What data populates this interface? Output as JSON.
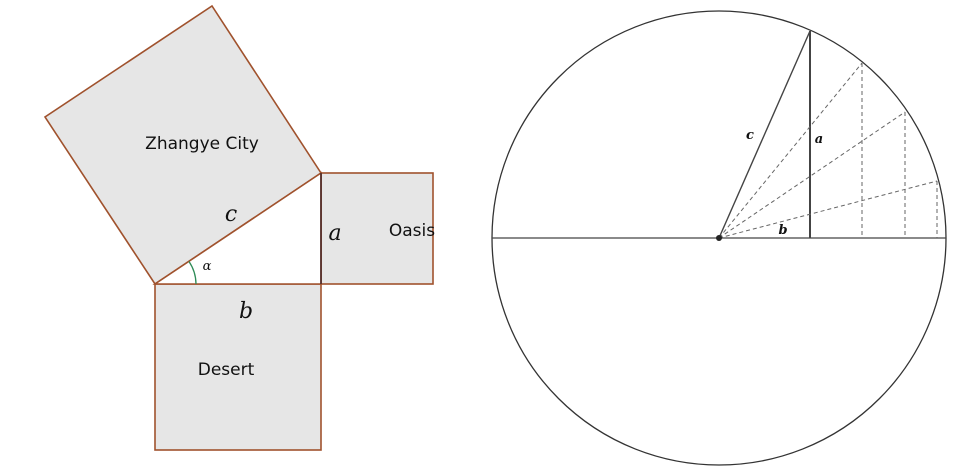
{
  "left_figure": {
    "squares": {
      "hypotenuse_label": "Zhangye City",
      "vertical_leg_label": "Oasis",
      "horizontal_leg_label": "Desert"
    },
    "side_labels": {
      "c": "c",
      "a": "a",
      "b": "b",
      "angle": "α"
    },
    "colors": {
      "square_fill": "#e6e6e6",
      "square_stroke": "#a0522d",
      "triangle_stroke": "#a0522d",
      "triangle_leg_stroke": "#4a2a2a",
      "angle_arc": "#2e8b57"
    }
  },
  "right_figure": {
    "side_labels": {
      "c": "c",
      "a": "a",
      "b": "b"
    },
    "colors": {
      "circle_stroke": "#333333",
      "solid_stroke": "#444444",
      "dashed_stroke": "#666666",
      "center_dot": "#222222"
    }
  }
}
